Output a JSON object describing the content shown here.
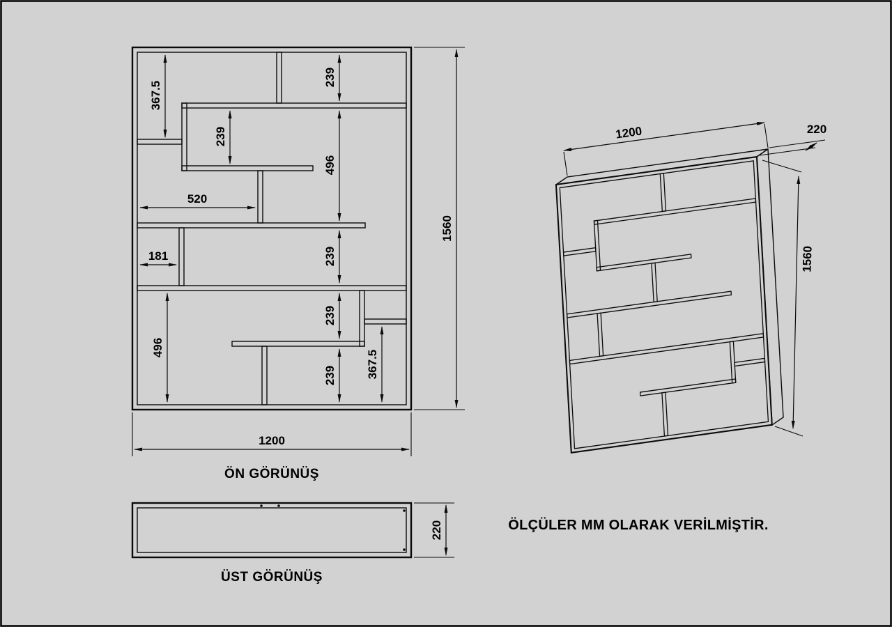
{
  "colors": {
    "background": "#d2d2d2",
    "line": "#0a0a0a"
  },
  "front": {
    "title": "ÖN GÖRÜNÜŞ",
    "dim_left_top": "367.5",
    "dim_box": "239",
    "dim_top_right": "239",
    "dim_right_496": "496",
    "dim_520": "520",
    "dim_181": "181",
    "dim_right_239a": "239",
    "dim_right_239b": "239",
    "dim_right_239c": "239",
    "dim_right_367": "367.5",
    "dim_left_496": "496",
    "dim_height": "1560",
    "dim_width": "1200"
  },
  "top": {
    "title": "ÜST GÖRÜNÜŞ",
    "dim_depth": "220"
  },
  "iso": {
    "dim_width": "1200",
    "dim_depth": "220",
    "dim_height": "1560"
  },
  "note": {
    "text": "ÖLÇÜLER MM OLARAK VERİLMİŞTİR."
  }
}
